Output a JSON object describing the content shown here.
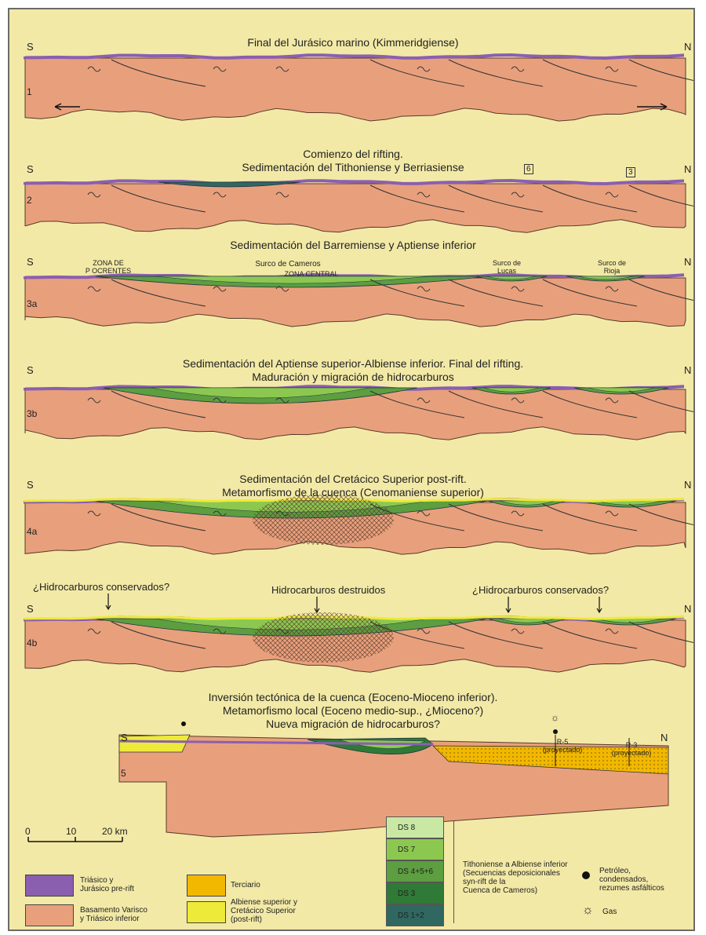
{
  "panels": [
    {
      "id": "1",
      "title": "Final del Jurásico marino (Kimmeridgiense)",
      "left": "S",
      "right": "N"
    },
    {
      "id": "2",
      "title": "Comienzo del rifting.\nSedimentación del Tithoniense y Berriasiense",
      "left": "S",
      "right": "N",
      "box_a": "6",
      "box_b": "3"
    },
    {
      "id": "3a",
      "title": "Sedimentación del Barremiense y Aptiense inferior",
      "left": "S",
      "right": "N",
      "labels": {
        "zona_pe": "ZONA DE\nP OCRENTES",
        "surco": "Surco de Cameros",
        "zona_central": "ZONA CENTRAL",
        "surco_lara": "Surco de\nLucas",
        "surco_rioja": "Surco de\nRioja"
      }
    },
    {
      "id": "3b",
      "title": "Sedimentación del Aptiense superior-Albiense inferior. Final del rifting.\nMaduración y migración de hidrocarburos",
      "left": "S",
      "right": "N"
    },
    {
      "id": "4a",
      "title": "Sedimentación del Cretácico Superior post-rift.\nMetamorfismo de la cuenca (Cenomaniense superior)",
      "left": "S",
      "right": "N"
    },
    {
      "id": "4b",
      "title": "",
      "left": "S",
      "right": "N",
      "annotations": {
        "left": "¿Hidrocarburos conservados?",
        "center": "Hidrocarburos destruidos",
        "right": "¿Hidrocarburos conservados?"
      }
    },
    {
      "id": "5",
      "title": "Inversión tectónica de la cuenca (Eoceno-Mioceno inferior).\nMetamorfismo local (Eoceno medio-sup., ¿Mioceno?)\nNueva migración de hidrocarburos?",
      "left": "S",
      "right": "N",
      "wells": {
        "r5": "R-5\n(proyectado)",
        "r3": "R-3\n(proyectado)"
      }
    }
  ],
  "scale": {
    "ticks": [
      "0",
      "10",
      "20 km"
    ]
  },
  "legend": {
    "triasico_jurasico": "Triásico y\nJurásico pre-rift",
    "basamento": "Basamento Varisco\ny Triásico inferior",
    "terciario": "Terciario",
    "albiense_cretacico": "Albiense superior y\nCretácico Superior\n(post-rift)",
    "ds": [
      "DS 8",
      "DS 7",
      "DS 4+5+6",
      "DS 3",
      "DS 1+2"
    ],
    "ds_desc": "Tithoniense a Albiense inferior\n(Secuencias deposicionales\nsyn-rift de la\nCuenca de Cameros)",
    "petroleo": "Petróleo,\ncondensados,\nrezumes asfálticos",
    "gas": "Gas"
  },
  "colors": {
    "basement": "#e8a07c",
    "prerift": "#8a5fb0",
    "terciario": "#f2b800",
    "postrift": "#eeea3a",
    "ds8": "#c8e8a4",
    "ds7": "#8cc850",
    "ds456": "#5c9e40",
    "ds3": "#2e7a36",
    "ds12": "#2f6860",
    "background": "#f2e9a6"
  }
}
